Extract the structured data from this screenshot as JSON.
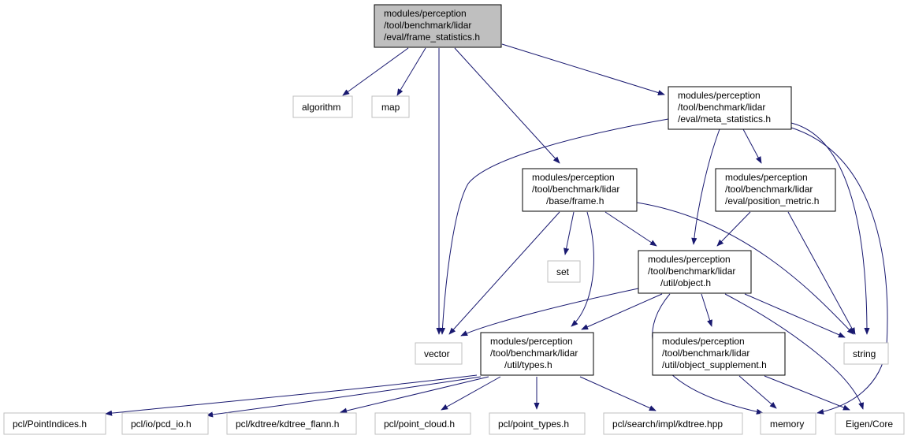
{
  "colors": {
    "edge": "#191970",
    "root_fill": "#bfbfbf",
    "node_border": "#000000",
    "external_border": "#bfbfbf",
    "background": "#ffffff"
  },
  "nodes": {
    "frame_statistics": [
      "modules/perception",
      "/tool/benchmark/lidar",
      "/eval/frame_statistics.h"
    ],
    "meta_statistics": [
      "modules/perception",
      "/tool/benchmark/lidar",
      "/eval/meta_statistics.h"
    ],
    "frame": [
      "modules/perception",
      "/tool/benchmark/lidar",
      "/base/frame.h"
    ],
    "position_metric": [
      "modules/perception",
      "/tool/benchmark/lidar",
      "/eval/position_metric.h"
    ],
    "object": [
      "modules/perception",
      "/tool/benchmark/lidar",
      "/util/object.h"
    ],
    "types": [
      "modules/perception",
      "/tool/benchmark/lidar",
      "/util/types.h"
    ],
    "object_supplement": [
      "modules/perception",
      "/tool/benchmark/lidar",
      "/util/object_supplement.h"
    ],
    "algorithm": "algorithm",
    "map": "map",
    "vector": "vector",
    "set": "set",
    "string": "string",
    "memory": "memory",
    "eigen_core": "Eigen/Core",
    "point_indices": "pcl/PointIndices.h",
    "pcd_io": "pcl/io/pcd_io.h",
    "kdtree_flann": "pcl/kdtree/kdtree_flann.h",
    "point_cloud": "pcl/point_cloud.h",
    "point_types": "pcl/point_types.h",
    "kdtree_hpp": "pcl/search/impl/kdtree.hpp"
  }
}
